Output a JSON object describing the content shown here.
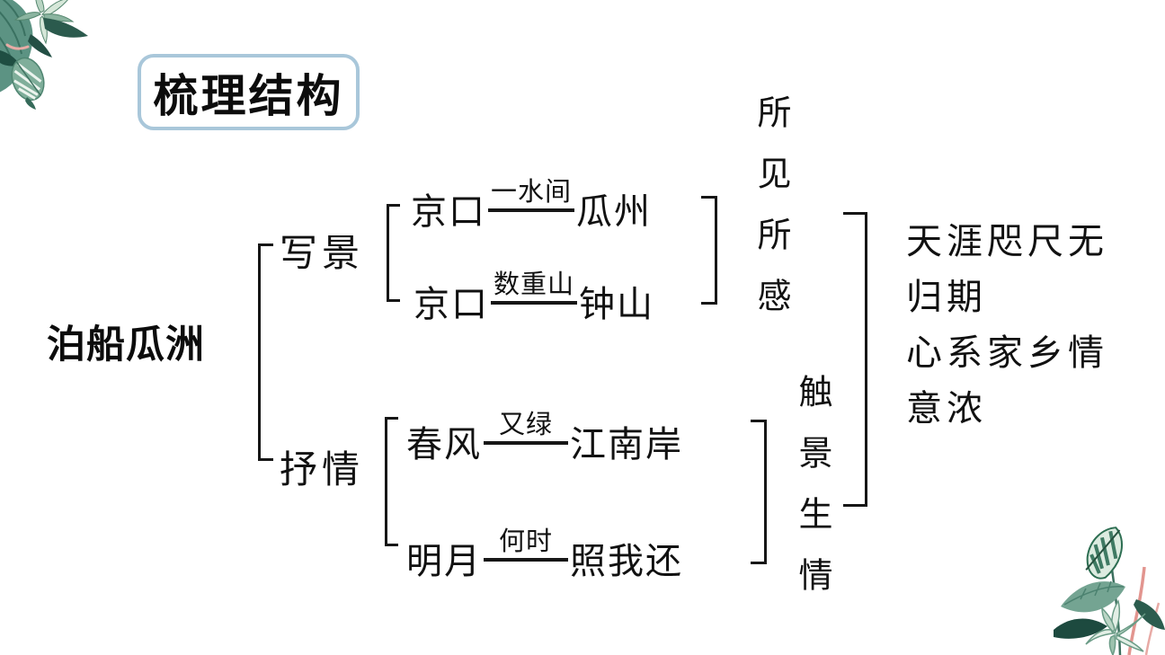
{
  "slide": {
    "title": "梳理结构",
    "root_label": "泊船瓜洲",
    "background_color": "#ffffff",
    "title_border_color": "#a9c7da",
    "text_color": "#111111"
  },
  "branches": {
    "scene": {
      "label": "写景",
      "rows": [
        {
          "left": "京口",
          "annotation": "一水间",
          "right": "瓜州"
        },
        {
          "left": "京口",
          "annotation": "数重山",
          "right": "钟山"
        }
      ],
      "result": "所见所感"
    },
    "emotion": {
      "label": "抒情",
      "rows": [
        {
          "left": "春风",
          "annotation": "又绿",
          "right": "江南岸"
        },
        {
          "left": "明月",
          "annotation": "何时",
          "right": "照我还"
        }
      ],
      "result": "触景生情"
    }
  },
  "conclusion": {
    "lines": [
      "天涯咫尺无",
      "归期",
      "心系家乡情",
      "意浓"
    ]
  },
  "decor": {
    "leaf_dark": "#244f43",
    "leaf_mid": "#5f9484",
    "leaf_light": "#cde2d2",
    "stem_pink": "#e2958f"
  }
}
